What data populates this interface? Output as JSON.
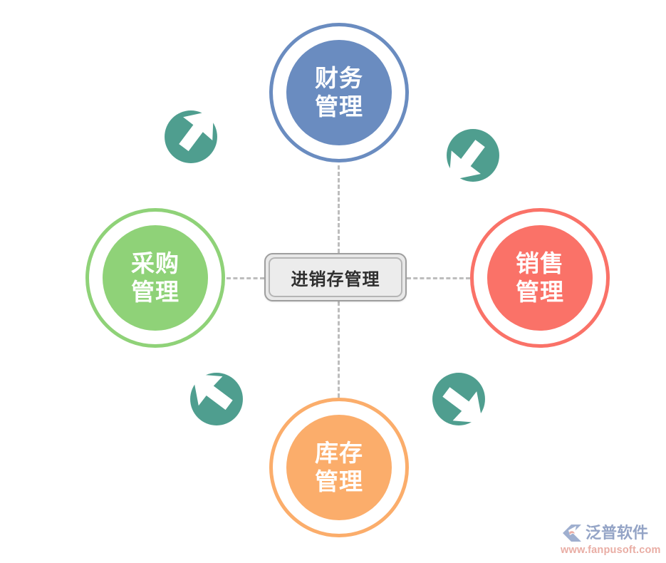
{
  "diagram": {
    "center": {
      "label": "进销存管理",
      "shape": "rounded-rectangle",
      "fill": "#e8e8e8",
      "border": "#9e9e9e",
      "text_color": "#2f2f2f"
    },
    "nodes": [
      {
        "id": "finance",
        "position": "top",
        "line1": "财务",
        "line2": "管理",
        "color": "#6a8cc0",
        "text_color": "#ffffff"
      },
      {
        "id": "purchase",
        "position": "left",
        "line1": "采购",
        "line2": "管理",
        "color": "#8fd278",
        "text_color": "#ffffff"
      },
      {
        "id": "sales",
        "position": "right",
        "line1": "销售",
        "line2": "管理",
        "color": "#fa7268",
        "text_color": "#ffffff"
      },
      {
        "id": "inventory",
        "position": "bottom",
        "line1": "库存",
        "line2": "管理",
        "color": "#fbad6b",
        "text_color": "#ffffff"
      }
    ],
    "connectors": {
      "style": "dashed",
      "color": "#bdbdbd",
      "count": 4
    },
    "arrow_badges": [
      {
        "id": "nw",
        "direction": "up-right",
        "color": "#4f9e8f"
      },
      {
        "id": "ne",
        "direction": "down-left",
        "color": "#4f9e8f"
      },
      {
        "id": "sw",
        "direction": "up-left",
        "color": "#4f9e8f"
      },
      {
        "id": "se",
        "direction": "down-right",
        "color": "#4f9e8f"
      }
    ]
  },
  "watermark": {
    "company": "泛普软件",
    "url": "www.fanpusoft.com",
    "name_color": "#8fa0c4",
    "url_color": "#e8a9a0"
  }
}
